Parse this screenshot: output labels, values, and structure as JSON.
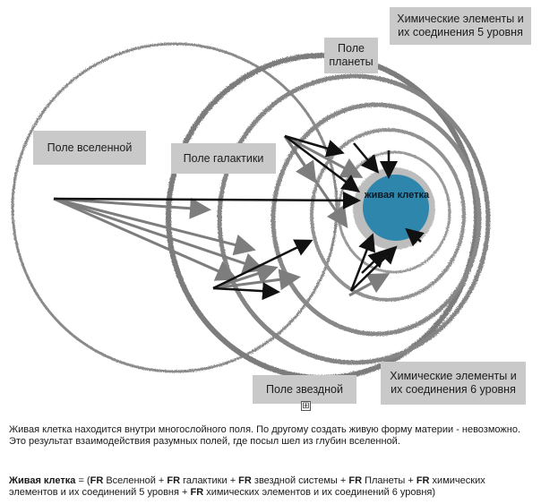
{
  "boxes": {
    "universe": "Поле вселенной",
    "galaxy": "Поле галактики",
    "planet": "Поле планеты",
    "chem5": "Химические элементы и их соединения 5 уровня",
    "stellar": "Поле звездной",
    "chem6": "Химические элементы и их соединения 6 уровня"
  },
  "cell": {
    "label": "живая клетка",
    "color": "#2f86ad"
  },
  "expand_marker": "⊞",
  "paragraph1": "Живая клетка находится внутри многослойного поля. По другому создать живую форму материи - невозможно. Это результат взаимодействия разумных полей, где посыл шел из глубин вселенной.",
  "formula": {
    "term": "Живая клетка",
    "eq": " = (",
    "fr": "FR",
    "p1": " Вселенной + ",
    "p2": " галактики + ",
    "p3": " звездной системы + ",
    "p4": " Планеты + ",
    "p5": " химических",
    "line2_a": "элементов и их соединений 5 уровня + ",
    "line2_b": " химических элементов и их соединений 6 уровня)"
  },
  "colors": {
    "ring": "#8a8a8a",
    "arrow_black": "#111111",
    "arrow_gray": "#7d7d7d",
    "box": "#c9c9c9"
  }
}
